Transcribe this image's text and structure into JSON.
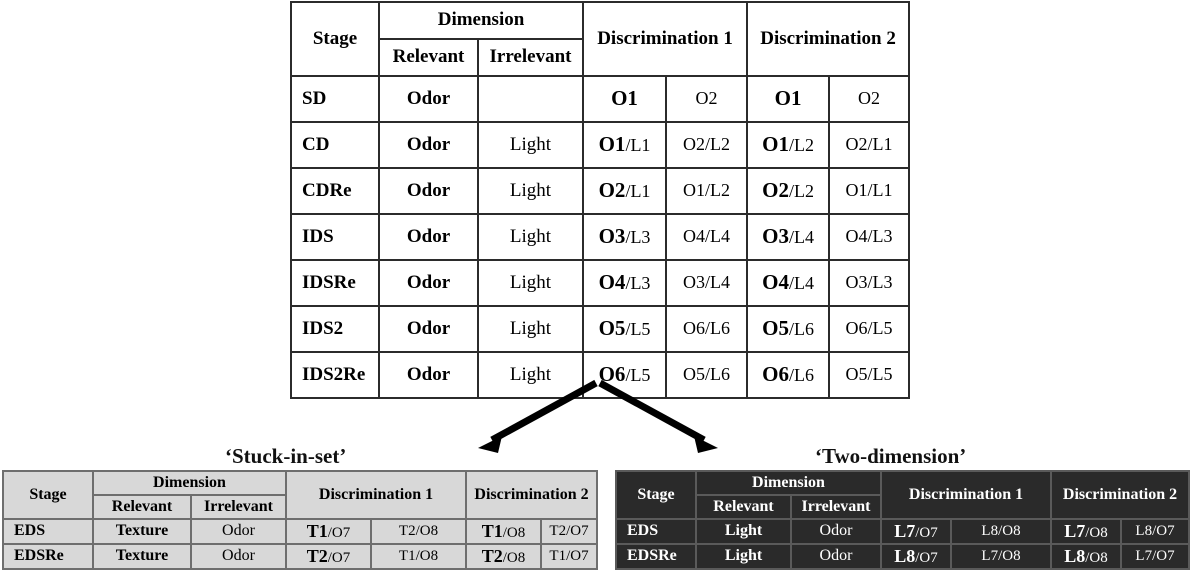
{
  "main_table": {
    "name": "attentional-set-shifting-stage-table",
    "headers": {
      "stage": "Stage",
      "dimension": "Dimension",
      "relevant": "Relevant",
      "irrelevant": "Irrelevant",
      "discrimination_1": "Discrimination 1",
      "discrimination_2": "Discrimination 2"
    },
    "rows": [
      {
        "stage": "SD",
        "relevant": "Odor",
        "irrelevant": "",
        "d1_correct_key": "O1",
        "d1_correct_val": "",
        "d1_incorrect_key": "",
        "d1_incorrect_val": "O2",
        "d2_correct_key": "O1",
        "d2_correct_val": "",
        "d2_incorrect_key": "",
        "d2_incorrect_val": "O2"
      },
      {
        "stage": "CD",
        "relevant": "Odor",
        "irrelevant": "Light",
        "d1_correct_key": "O1",
        "d1_correct_val": "/L1",
        "d1_incorrect_key": "",
        "d1_incorrect_val": "O2/L2",
        "d2_correct_key": "O1",
        "d2_correct_val": "/L2",
        "d2_incorrect_key": "",
        "d2_incorrect_val": "O2/L1"
      },
      {
        "stage": "CDRe",
        "relevant": "Odor",
        "irrelevant": "Light",
        "d1_correct_key": "O2",
        "d1_correct_val": "/L1",
        "d1_incorrect_key": "",
        "d1_incorrect_val": "O1/L2",
        "d2_correct_key": "O2",
        "d2_correct_val": "/L2",
        "d2_incorrect_key": "",
        "d2_incorrect_val": "O1/L1"
      },
      {
        "stage": "IDS",
        "relevant": "Odor",
        "irrelevant": "Light",
        "d1_correct_key": "O3",
        "d1_correct_val": "/L3",
        "d1_incorrect_key": "",
        "d1_incorrect_val": "O4/L4",
        "d2_correct_key": "O3",
        "d2_correct_val": "/L4",
        "d2_incorrect_key": "",
        "d2_incorrect_val": "O4/L3"
      },
      {
        "stage": "IDSRe",
        "relevant": "Odor",
        "irrelevant": "Light",
        "d1_correct_key": "O4",
        "d1_correct_val": "/L3",
        "d1_incorrect_key": "",
        "d1_incorrect_val": "O3/L4",
        "d2_correct_key": "O4",
        "d2_correct_val": "/L4",
        "d2_incorrect_key": "",
        "d2_incorrect_val": "O3/L3"
      },
      {
        "stage": "IDS2",
        "relevant": "Odor",
        "irrelevant": "Light",
        "d1_correct_key": "O5",
        "d1_correct_val": "/L5",
        "d1_incorrect_key": "",
        "d1_incorrect_val": "O6/L6",
        "d2_correct_key": "O5",
        "d2_correct_val": "/L6",
        "d2_incorrect_key": "",
        "d2_incorrect_val": "O6/L5"
      },
      {
        "stage": "IDS2Re",
        "relevant": "Odor",
        "irrelevant": "Light",
        "d1_correct_key": "O6",
        "d1_correct_val": "/L5",
        "d1_incorrect_key": "",
        "d1_incorrect_val": "O5/L6",
        "d2_correct_key": "O6",
        "d2_correct_val": "/L6",
        "d2_incorrect_key": "",
        "d2_incorrect_val": "O5/L5"
      }
    ]
  },
  "branch_left": {
    "caption": "‘Stuck-in-set’",
    "headers": {
      "stage": "Stage",
      "dimension": "Dimension",
      "relevant": "Relevant",
      "irrelevant": "Irrelevant",
      "discrimination_1": "Discrimination 1",
      "discrimination_2": "Discrimination 2"
    },
    "rows": [
      {
        "stage": "EDS",
        "relevant": "Texture",
        "irrelevant": "Odor",
        "d1_correct_key": "T1",
        "d1_correct_val": "/O7",
        "d1_incorrect_val": "T2/O8",
        "d2_correct_key": "T1",
        "d2_correct_val": "/O8",
        "d2_incorrect_val": "T2/O7"
      },
      {
        "stage": "EDSRe",
        "relevant": "Texture",
        "irrelevant": "Odor",
        "d1_correct_key": "T2",
        "d1_correct_val": "/O7",
        "d1_incorrect_val": "T1/O8",
        "d2_correct_key": "T2",
        "d2_correct_val": "/O8",
        "d2_incorrect_val": "T1/O7"
      }
    ]
  },
  "branch_right": {
    "caption": "‘Two-dimension’",
    "headers": {
      "stage": "Stage",
      "dimension": "Dimension",
      "relevant": "Relevant",
      "irrelevant": "Irrelevant",
      "discrimination_1": "Discrimination 1",
      "discrimination_2": "Discrimination 2"
    },
    "rows": [
      {
        "stage": "EDS",
        "relevant": "Light",
        "irrelevant": "Odor",
        "d1_correct_key": "L7",
        "d1_correct_val": "/O7",
        "d1_incorrect_val": "L8/O8",
        "d2_correct_key": "L7",
        "d2_correct_val": "/O8",
        "d2_incorrect_val": "L8/O7"
      },
      {
        "stage": "EDSRe",
        "relevant": "Light",
        "irrelevant": "Odor",
        "d1_correct_key": "L8",
        "d1_correct_val": "/O7",
        "d1_incorrect_val": "L7/O8",
        "d2_correct_key": "L8",
        "d2_correct_val": "/O8",
        "d2_incorrect_val": "L7/O7"
      }
    ]
  },
  "colors": {
    "main_border": "#2b2b2b",
    "light_table_bg": "#d8d8d8",
    "light_table_border": "#6e6e6e",
    "dark_table_bg": "#2a2a2a",
    "dark_table_text": "#ffffff",
    "arrow": "#000000"
  }
}
